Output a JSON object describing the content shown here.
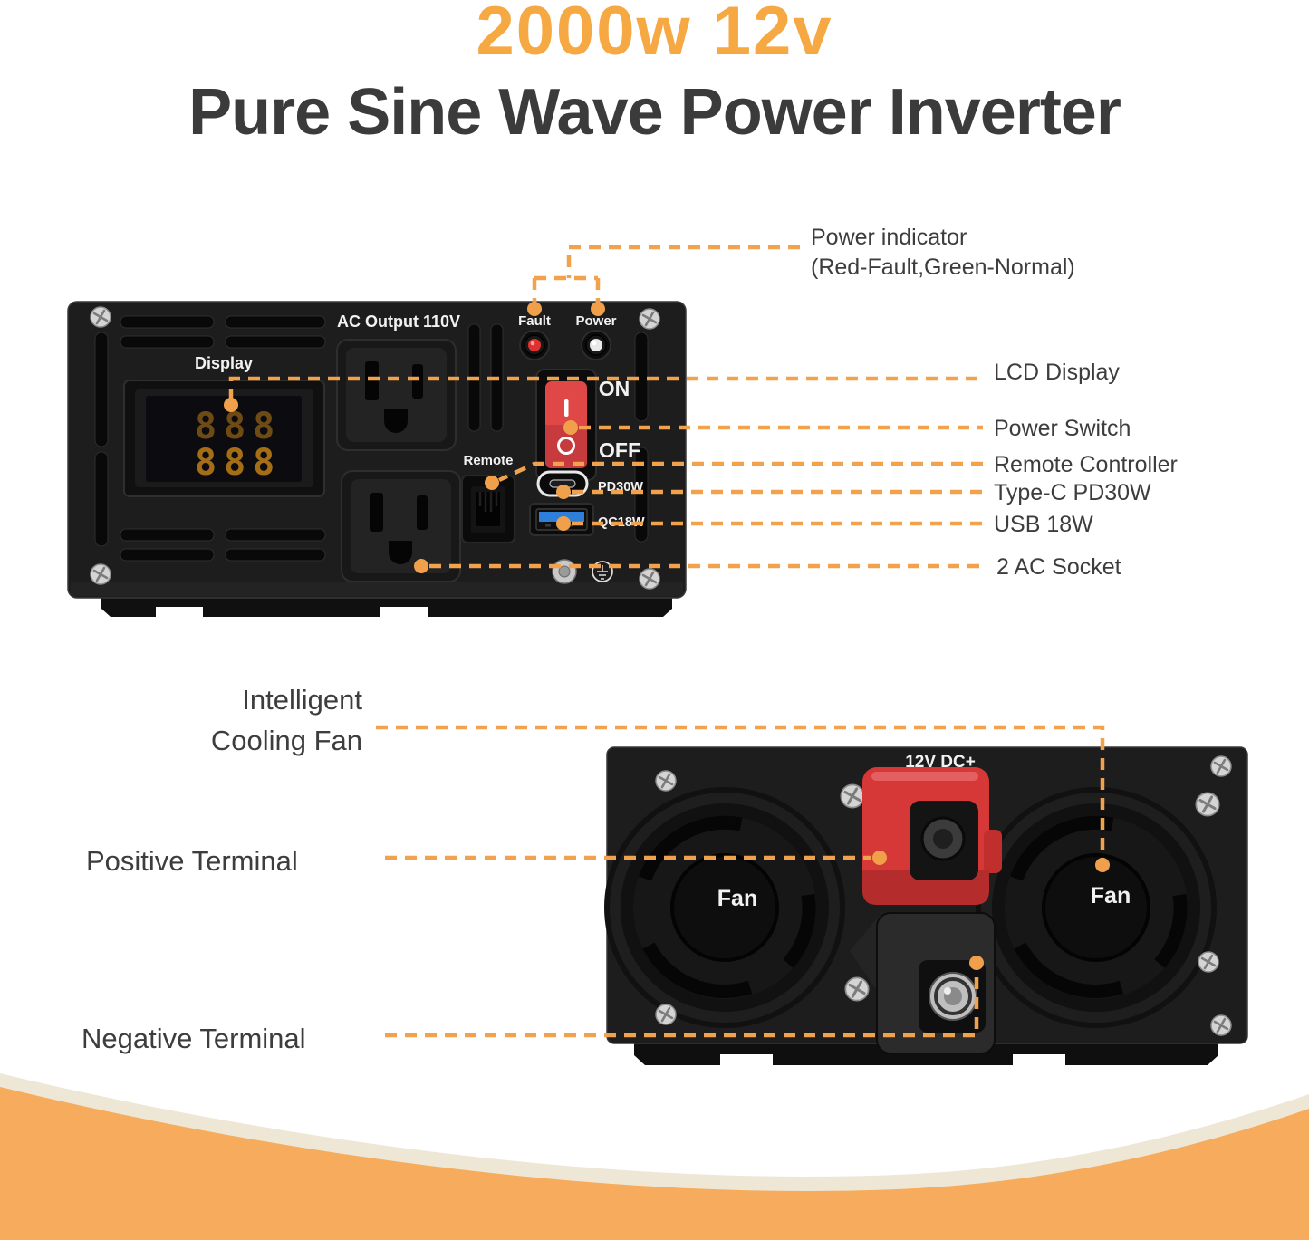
{
  "title": "2000w 12v",
  "subtitle": "Pure Sine Wave Power Inverter",
  "front_panel": {
    "ac_output": "AC Output 110V",
    "display": "Display",
    "fault": "Fault",
    "power": "Power",
    "on": "ON",
    "off": "OFF",
    "remote": "Remote",
    "typec": "PD30W",
    "usb": "QC18W",
    "lcd_top": "888",
    "lcd_bottom": "888"
  },
  "rear_panel": {
    "dc": "12V DC+",
    "fan_left": "Fan",
    "fan_right": "Fan"
  },
  "callouts_right": [
    {
      "label": "Power indicator",
      "sublabel": "(Red-Fault,Green-Normal)"
    },
    {
      "label": "LCD Display"
    },
    {
      "label": "Power Switch"
    },
    {
      "label": "Remote Controller"
    },
    {
      "label": "Type-C PD30W"
    },
    {
      "label": "USB 18W"
    },
    {
      "label": "2 AC Socket"
    }
  ],
  "callouts_left": [
    {
      "line1": "Intelligent",
      "line2": "Cooling Fan"
    },
    {
      "label": "Positive Terminal"
    },
    {
      "label": "Negative Terminal"
    }
  ],
  "colors": {
    "accent_dash": "#F1A24C",
    "title_orange": "#F6A843",
    "text_dark": "#3D3D3D",
    "wave_orange": "#F6AC5C",
    "wave_stripe": "#EFE7D6",
    "switch_red": "#E04747",
    "usb_blue": "#2E7FD9",
    "led_red": "#E03131",
    "lcd_digit": "#C08018"
  }
}
